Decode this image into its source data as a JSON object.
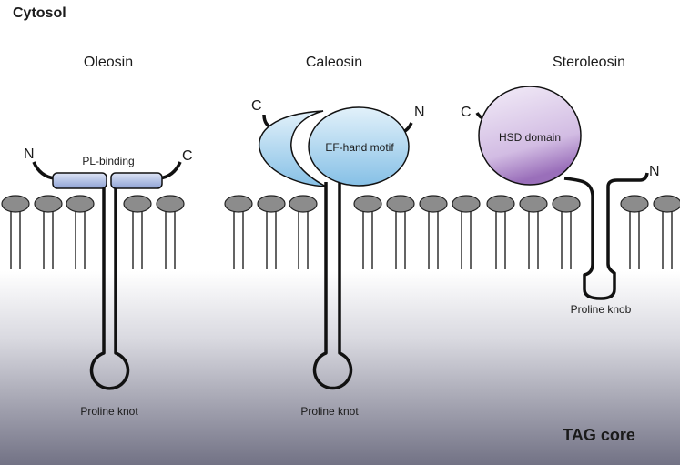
{
  "labels": {
    "cytosol": "Cytosol",
    "oleosin": "Oleosin",
    "caleosin": "Caleosin",
    "steroleosin": "Steroleosin",
    "pl_binding": "PL-binding",
    "ef_hand": "EF-hand motif",
    "hsd_domain": "HSD domain",
    "proline_knot_1": "Proline knot",
    "proline_knot_2": "Proline knot",
    "proline_knob": "Proline knob",
    "tag_core": "TAG core",
    "oleosin_n": "N",
    "oleosin_c": "C",
    "caleosin_c": "C",
    "caleosin_n": "N",
    "steroleosin_c": "C",
    "steroleosin_n": "N"
  },
  "colors": {
    "lipid_head": "#8c8c8c",
    "core_gradient_top": "#ffffff",
    "core_gradient_bottom": "#727285",
    "pl_binding_fill": "#a9b9e0",
    "ef_hand_fill": "#a9d2ec",
    "hsd_fill": "#cbb5dc"
  }
}
